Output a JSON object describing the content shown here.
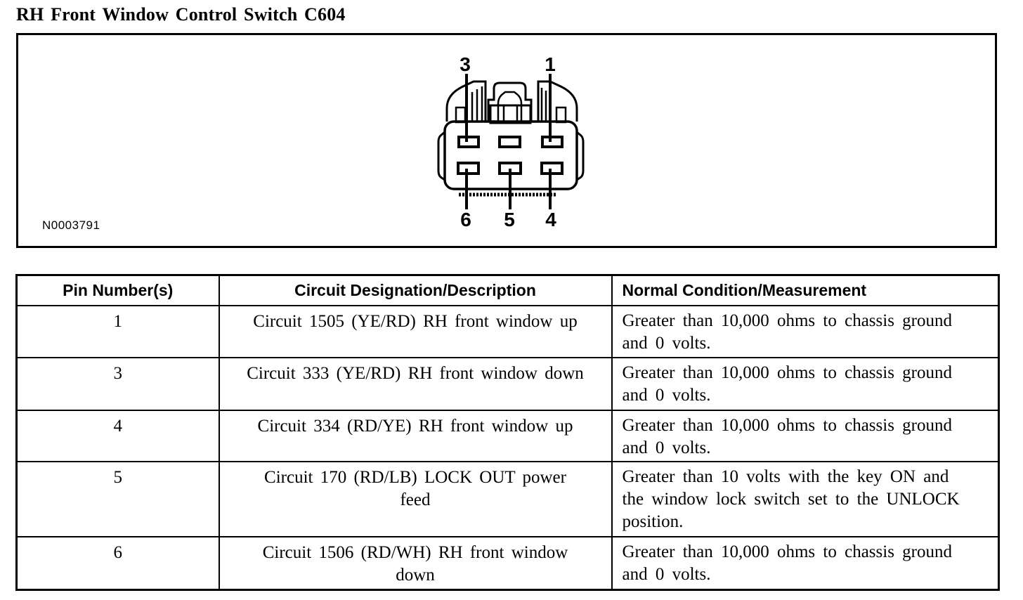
{
  "page": {
    "title": "RH Front Window Control Switch C604"
  },
  "figure": {
    "id_label": "N0003791",
    "connector": {
      "description": "6-pin connector face view, 2 rows of 3 terminals",
      "pin_labels": [
        "3",
        "1",
        "6",
        "5",
        "4"
      ]
    }
  },
  "table": {
    "headers": [
      "Pin Number(s)",
      "Circuit Designation/Description",
      "Normal Condition/Measurement"
    ],
    "rows": [
      {
        "pin": "1",
        "circuit": "Circuit 1505 (YE/RD) RH front window up",
        "condition": "Greater than 10,000 ohms to chassis ground\nand 0 volts."
      },
      {
        "pin": "3",
        "circuit": "Circuit 333 (YE/RD) RH front window down",
        "condition": "Greater than 10,000 ohms to chassis ground\nand 0 volts."
      },
      {
        "pin": "4",
        "circuit": "Circuit 334 (RD/YE) RH front window up",
        "condition": "Greater than 10,000 ohms to chassis ground\nand 0 volts."
      },
      {
        "pin": "5",
        "circuit": "Circuit 170 (RD/LB) LOCK OUT power\nfeed",
        "condition": "Greater than 10 volts with the key ON and\nthe window lock switch set to the UNLOCK\nposition."
      },
      {
        "pin": "6",
        "circuit": "Circuit 1506 (RD/WH) RH front window\ndown",
        "condition": "Greater than 10,000 ohms to chassis ground\nand 0 volts."
      }
    ]
  }
}
